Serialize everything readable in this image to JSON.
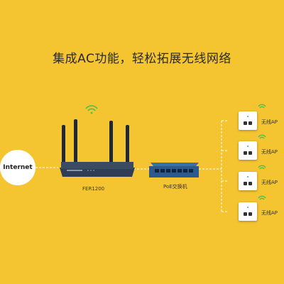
{
  "headline": "集成AC功能，轻松拓展无线网络",
  "internet": {
    "label": "Internet"
  },
  "router": {
    "model": "FER1200"
  },
  "switch": {
    "label": "PoE交换机"
  },
  "access_points": [
    {
      "label": "无线AP"
    },
    {
      "label": "无线AP"
    },
    {
      "label": "无线AP"
    },
    {
      "label": "无线AP"
    }
  ],
  "colors": {
    "background": "#f5c431",
    "router_body": "#3a4b62",
    "switch_body": "#2d5a8e",
    "wifi": "#4cc04c",
    "connector_line": "#ffffff"
  },
  "icons": [
    "wifi-icon",
    "router-device",
    "switch-device",
    "ap-panel"
  ]
}
